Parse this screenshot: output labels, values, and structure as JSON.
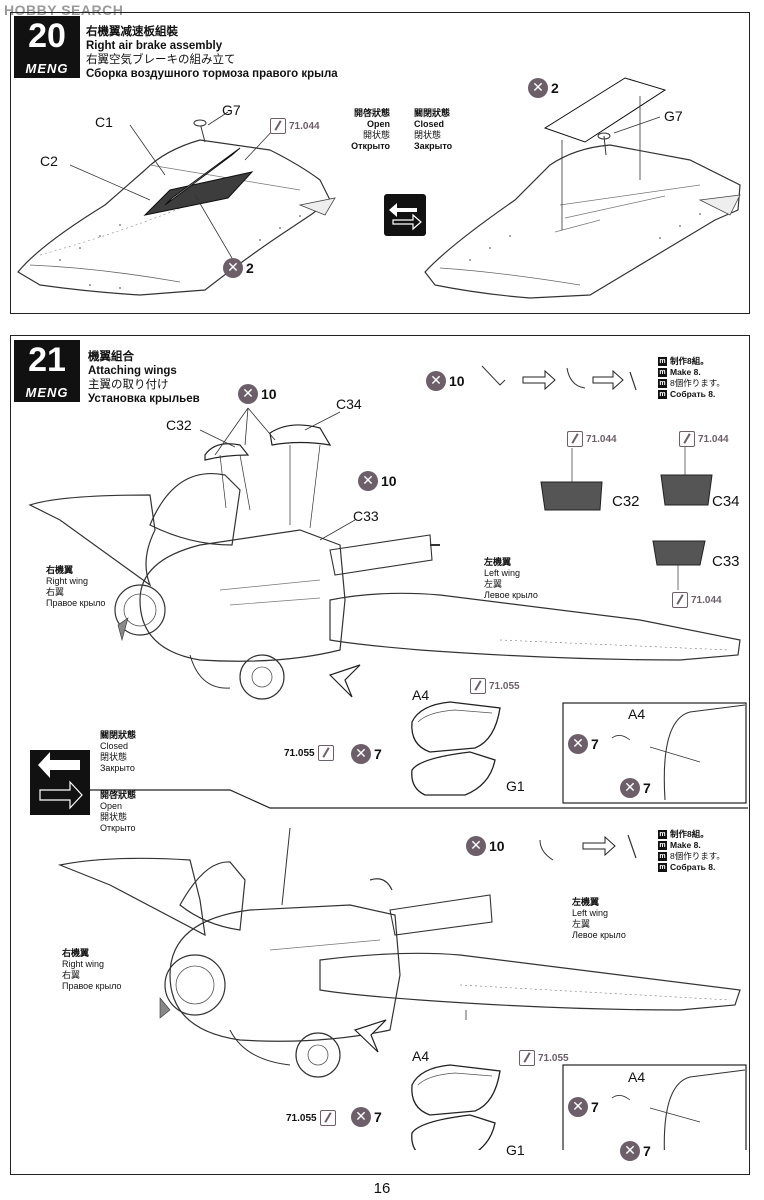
{
  "watermark": "HOBBY SEARCH",
  "page_number": "16",
  "step20": {
    "number": "20",
    "brand": "MENG",
    "title_ja": "右機翼减速板組裝",
    "title_en": "Right air brake assembly",
    "title_jp": "右翼空気ブレーキの組み立て",
    "title_ru": "Сборка воздушного тормоза правого крыла",
    "parts": {
      "c1": "C1",
      "c2": "C2",
      "g7_left": "G7",
      "g7_right": "G7"
    },
    "paint": "71.044",
    "open_state": {
      "zh": "開啓狀態",
      "en": "Open",
      "jp": "開状態",
      "ru": "Открыто"
    },
    "closed_state": {
      "zh": "關閉狀態",
      "en": "Closed",
      "jp": "閉状態",
      "ru": "Закрыто"
    },
    "x_left": "2",
    "x_right": "2"
  },
  "step21": {
    "number": "21",
    "brand": "MENG",
    "title_ja": "機翼組合",
    "title_en": "Attaching wings",
    "title_jp": "主翼の取り付け",
    "title_ru": "Установка крыльев",
    "x10_a": "10",
    "x10_b": "10",
    "x10_c": "10",
    "x10_d": "10",
    "parts": {
      "c32": "C32",
      "c34": "C34",
      "c33": "C33",
      "c32_r": "C32",
      "c34_r": "C34",
      "c33_r": "C33",
      "a4_1": "A4",
      "a4_2": "A4",
      "a4_3": "A4",
      "a4_4": "A4",
      "g1_1": "G1",
      "g1_2": "G1"
    },
    "paint_c32": "71.044",
    "paint_c34": "71.044",
    "paint_c33": "71.044",
    "paint_055_a": "71.055",
    "paint_055_b": "71.055",
    "paint_055_c": "71.055",
    "paint_055_d": "71.055",
    "x7_a": "7",
    "x7_b": "7",
    "x7_c": "7",
    "x7_d": "7",
    "x7_e": "7",
    "x7_f": "7",
    "make_top": {
      "zh": "制作8組。",
      "en": "Make 8.",
      "jp": "8個作ります。",
      "ru": "Собрать 8."
    },
    "make_bottom": {
      "zh": "制作8組。",
      "en": "Make 8.",
      "jp": "8個作ります。",
      "ru": "Собрать 8."
    },
    "right_wing_top": {
      "zh": "右機翼",
      "en": "Right wing",
      "jp": "右翼",
      "ru": "Правое крыло"
    },
    "left_wing_top": {
      "zh": "左機翼",
      "en": "Left wing",
      "jp": "左翼",
      "ru": "Левое крыло"
    },
    "right_wing_bottom": {
      "zh": "右機翼",
      "en": "Right wing",
      "jp": "右翼",
      "ru": "Правое крыло"
    },
    "left_wing_bottom": {
      "zh": "左機翼",
      "en": "Left wing",
      "jp": "左翼",
      "ru": "Левое крыло"
    },
    "closed_state": {
      "zh": "關閉狀態",
      "en": "Closed",
      "jp": "閉状態",
      "ru": "Закрыто"
    },
    "open_state": {
      "zh": "開啓狀態",
      "en": "Open",
      "jp": "開状態",
      "ru": "Открыто"
    }
  }
}
